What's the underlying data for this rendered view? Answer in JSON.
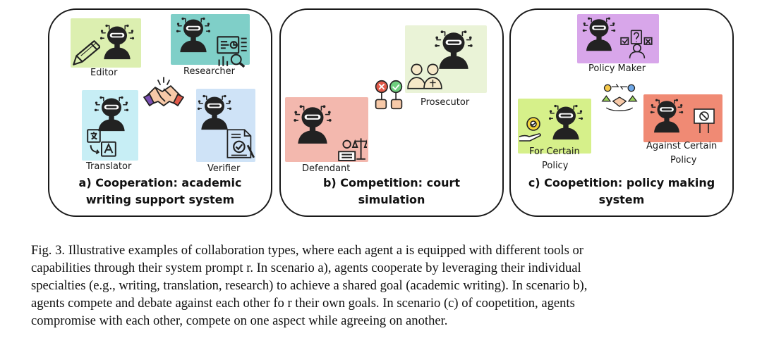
{
  "figure": {
    "panels": [
      {
        "title_line1": "a) Cooperation: academic",
        "title_line2": "writing support system",
        "agents": [
          "Editor",
          "Researcher",
          "Translator",
          "Verifier"
        ]
      },
      {
        "title_line1": "b) Competition: court",
        "title_line2": "simulation",
        "agents": [
          "Prosecutor",
          "Defendant"
        ]
      },
      {
        "title_line1": "c) Coopetition: policy making",
        "title_line2": "system",
        "agents": [
          "Policy Maker",
          "For Certain",
          "Policy",
          "Against Certain",
          "Policy"
        ]
      }
    ],
    "tile_colors": {
      "green": "#dcefb0",
      "teal": "#7fcfc8",
      "cyan": "#c7eef5",
      "blue": "#cfe3f7",
      "pale_green": "#eaf3d7",
      "salmon": "#f3b8ae",
      "lime": "#d6f08a",
      "red": "#f08a74",
      "purple": "#d8a6ea"
    },
    "icons": {
      "robot": "robot-agent-icon",
      "pencil": "pencil-icon",
      "chart": "chart-magnifier-icon",
      "translate": "translate-icon",
      "document": "verified-document-icon",
      "handshake": "handshake-icon",
      "judge": "judge-icon",
      "paddles": "vote-paddles-icon",
      "scales": "scales-icon",
      "policy": "policy-icon"
    }
  },
  "caption": {
    "line1": "Fig. 3.  Illustrative examples of collaboration types, where each agent a is equipped with different tools or",
    "line2": "capabilities through their system prompt r. In scenario a), agents cooperate by leveraging their individual",
    "line3": "specialties (e.g., writing, translation, research) to achieve a shared goal (academic writing). In scenario b),",
    "line4": "agents compete and debate against each other fo r their own goals. In scenario (c) of coopetition, agents",
    "line5": "compromise with each other, compete on one aspect while agreeing on another."
  }
}
